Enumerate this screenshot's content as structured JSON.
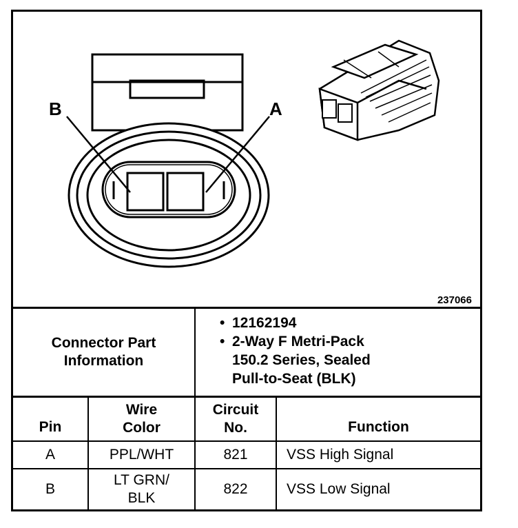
{
  "figure": {
    "label_a": "A",
    "label_b": "B",
    "figure_number": "237066"
  },
  "connector_info": {
    "label_line1": "Connector Part",
    "label_line2": "Information",
    "items": [
      "12162194",
      "2-Way F Metri-Pack 150.2 Series, Sealed Pull-to-Seat (BLK)"
    ],
    "item2_lines": [
      "2-Way F Metri-Pack",
      "150.2 Series, Sealed",
      "Pull-to-Seat (BLK)"
    ]
  },
  "table": {
    "headers": {
      "pin": "Pin",
      "wire_color_line1": "Wire",
      "wire_color_line2": "Color",
      "circuit_line1": "Circuit",
      "circuit_line2": "No.",
      "function": "Function"
    },
    "rows": [
      {
        "pin": "A",
        "wire_color": "PPL/WHT",
        "wire_color_line2": "",
        "circuit": "821",
        "function": "VSS High Signal"
      },
      {
        "pin": "B",
        "wire_color": "LT GRN/",
        "wire_color_line2": "BLK",
        "circuit": "822",
        "function": "VSS Low Signal"
      }
    ]
  }
}
